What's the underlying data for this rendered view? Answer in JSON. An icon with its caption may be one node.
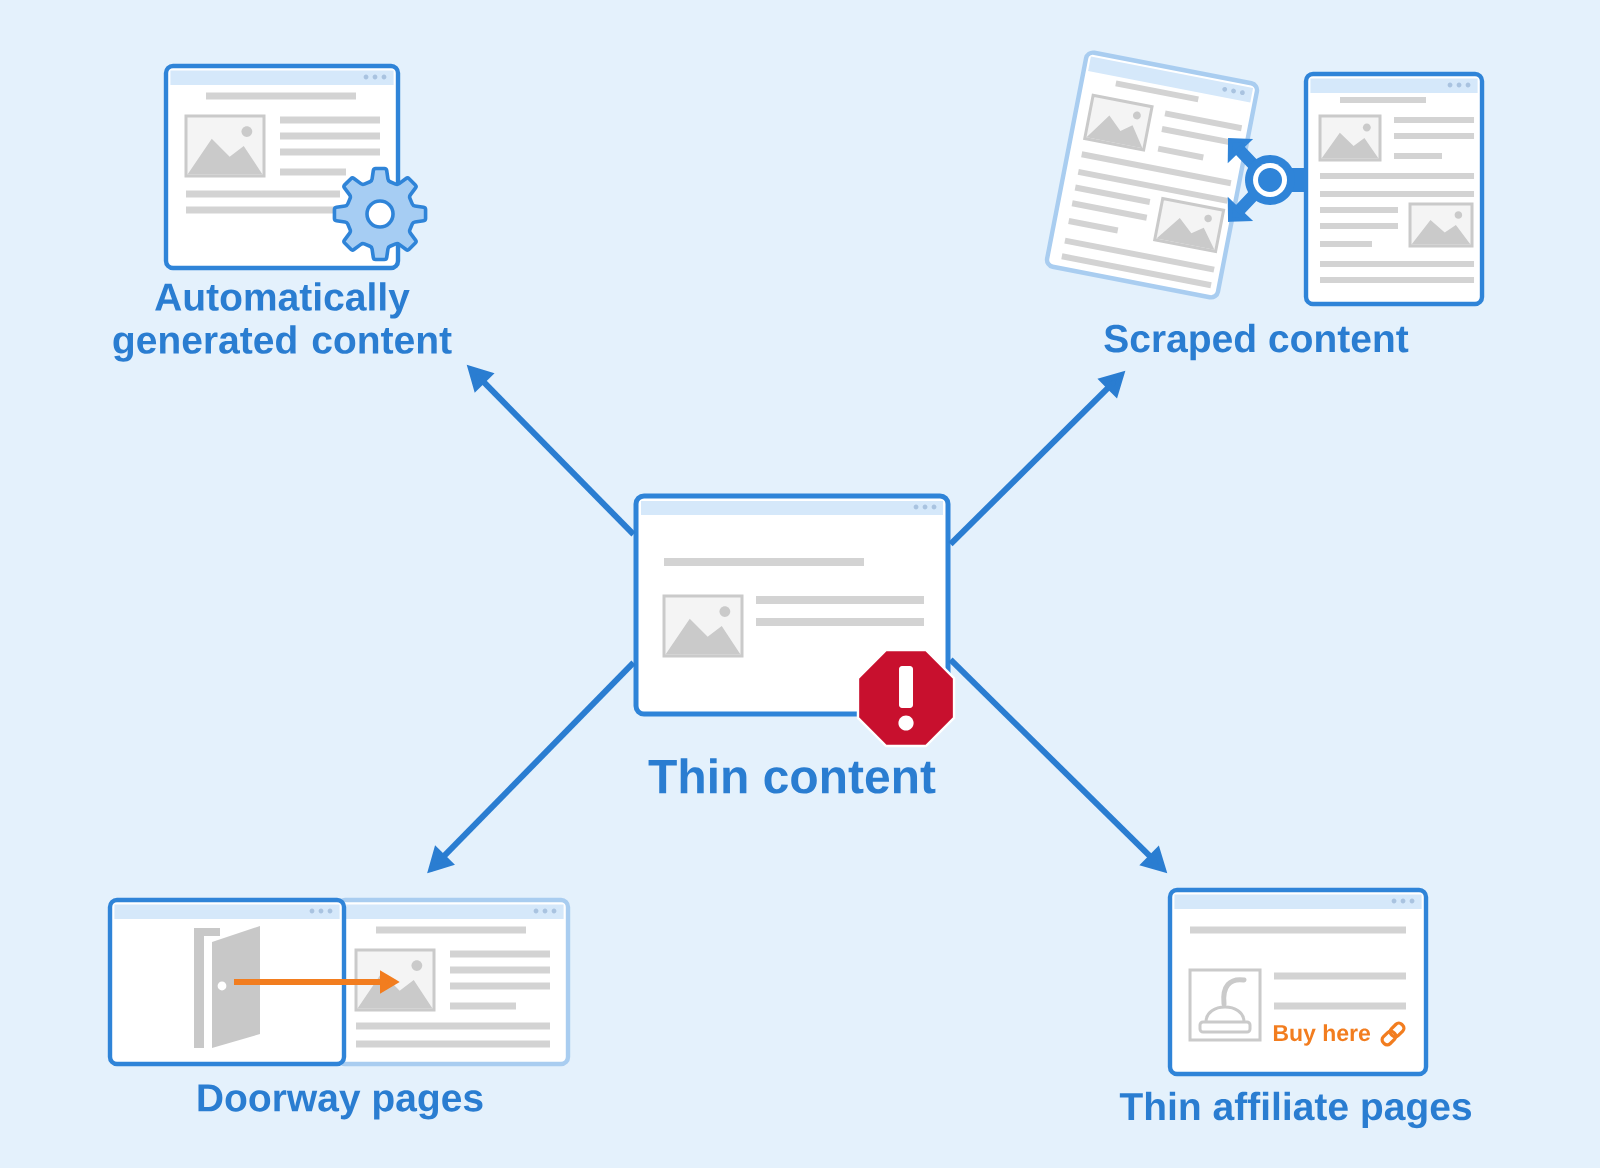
{
  "diagram": {
    "nodes": [
      {
        "text": [
          "Automatically generated content"
        ]
      },
      {
        "text": [
          "Scraped content"
        ]
      },
      {
        "text": [
          "Thin content"
        ]
      },
      {
        "text": [
          "Doorway pages"
        ]
      },
      {
        "text": [
          "Buy here",
          "Thin affiliate pages"
        ]
      }
    ],
    "edges": [
      {
        "from": 2,
        "to": 0,
        "arrow": "to"
      },
      {
        "from": 2,
        "to": 1,
        "arrow": "to"
      },
      {
        "from": 2,
        "to": 3,
        "arrow": "to"
      },
      {
        "from": 2,
        "to": 4,
        "arrow": "to"
      }
    ]
  }
}
